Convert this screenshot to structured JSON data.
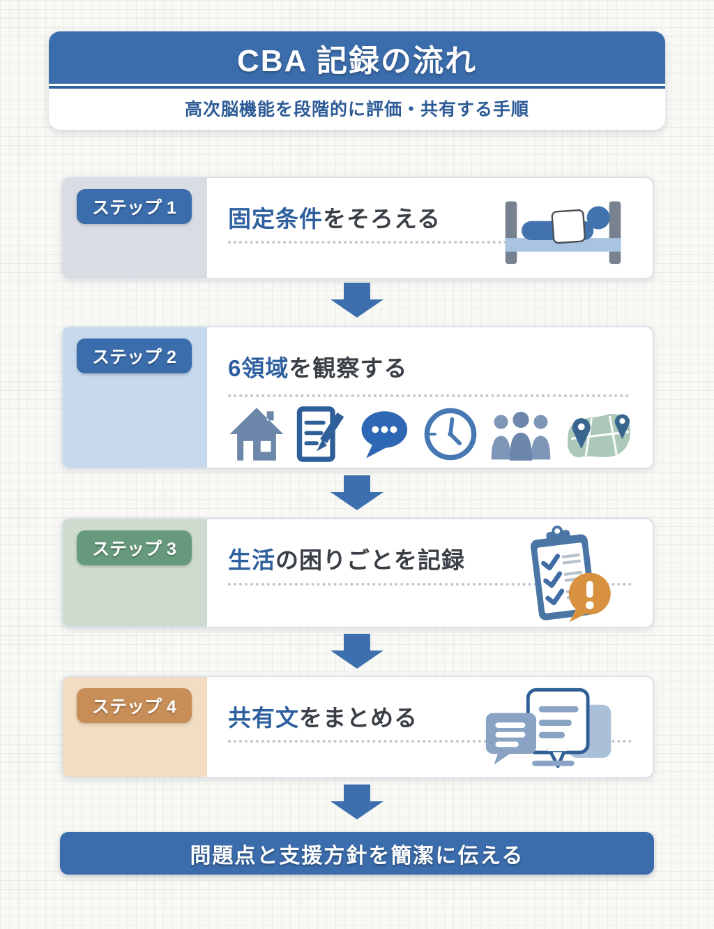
{
  "header": {
    "title": "CBA 記録の流れ",
    "subtitle": "高次脳機能を段階的に評価・共有する手順"
  },
  "steps": [
    {
      "badge": "ステップ 1",
      "title_highlight": "固定条件",
      "title_rest": "をそろえる",
      "icon": "bed-icon",
      "panel_color": "#d9dde3",
      "badge_color": "#3b6cab"
    },
    {
      "badge": "ステップ 2",
      "title_highlight": "6領域",
      "title_rest": "を観察する",
      "icons": [
        "house-icon",
        "note-pencil-icon",
        "speech-bubble-icon",
        "clock-icon",
        "people-icon",
        "map-pins-icon"
      ],
      "panel_color": "#c6d9ed",
      "badge_color": "#3b6cab"
    },
    {
      "badge": "ステップ 3",
      "title_highlight": "生活",
      "title_rest": "の困りごとを記録",
      "icon": "clipboard-alert-icon",
      "panel_color": "#cedcd0",
      "badge_color": "#67997c"
    },
    {
      "badge": "ステップ 4",
      "title_highlight": "共有文",
      "title_rest": "をまとめる",
      "icon": "chat-bubbles-icon",
      "panel_color": "#f2ddc3",
      "badge_color": "#c88e58"
    }
  ],
  "footer": {
    "text": "問題点と支援方針を簡潔に伝える"
  },
  "colors": {
    "primary_blue": "#3b6cab",
    "header_rule_blue": "#2e5f9e",
    "subtitle_blue": "#2c5b96",
    "title_highlight_blue": "#2e5f9e",
    "title_text": "#3a3f46",
    "arrow_blue": "#3d6fae",
    "badge_green": "#67997c",
    "badge_orange": "#c88e58",
    "alert_orange": "#d8913e",
    "icon_blue": "#2e68b4",
    "icon_bluegray": "#7e96b8",
    "map_green": "#abc8b8"
  }
}
